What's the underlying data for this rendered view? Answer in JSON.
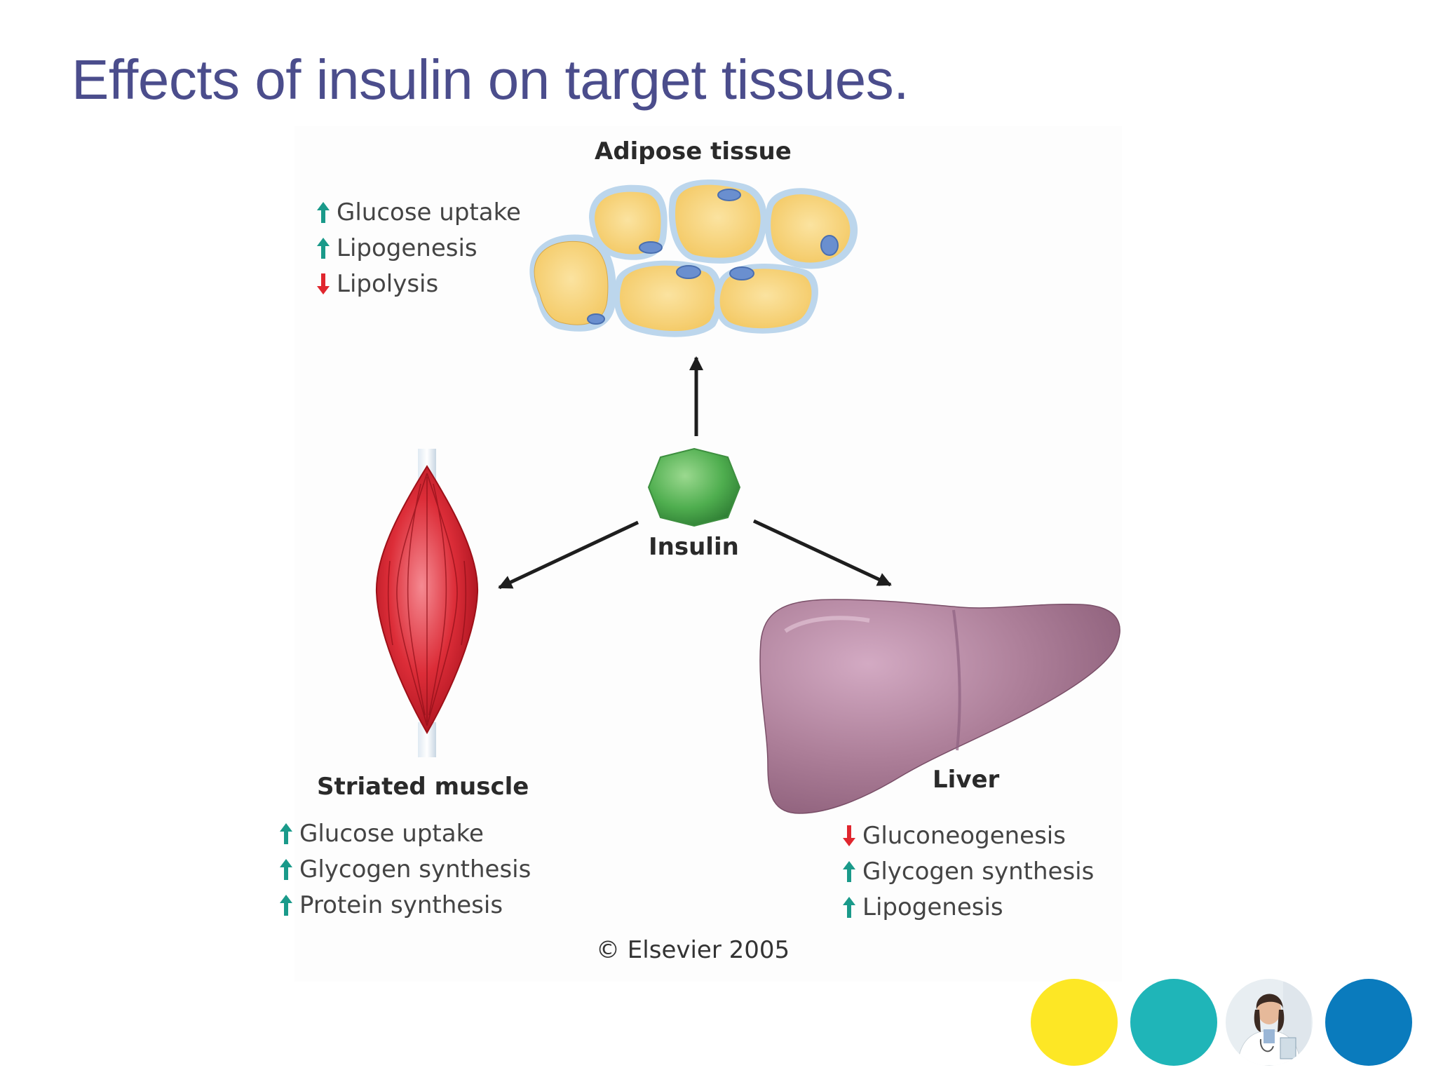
{
  "slide": {
    "title": "Effects of insulin on target tissues."
  },
  "diagram": {
    "hormone": "Insulin",
    "adipose": {
      "label": "Adipose tissue",
      "effects": [
        {
          "text": "Glucose uptake",
          "direction": "up"
        },
        {
          "text": "Lipogenesis",
          "direction": "up"
        },
        {
          "text": "Lipolysis",
          "direction": "down"
        }
      ]
    },
    "muscle": {
      "label": "Striated muscle",
      "effects": [
        {
          "text": "Glucose uptake",
          "direction": "up"
        },
        {
          "text": "Glycogen synthesis",
          "direction": "up"
        },
        {
          "text": "Protein synthesis",
          "direction": "up"
        }
      ]
    },
    "liver": {
      "label": "Liver",
      "effects": [
        {
          "text": "Gluconeogenesis",
          "direction": "down"
        },
        {
          "text": "Glycogen synthesis",
          "direction": "up"
        },
        {
          "text": "Lipogenesis",
          "direction": "up"
        }
      ]
    },
    "copyright": "© Elsevier 2005"
  },
  "colors": {
    "title": "#4b4d8c",
    "increase_arrow": "#1a9a8a",
    "decrease_arrow": "#e0262e",
    "fat_cell": "#f8d47a",
    "muscle": "#d7232f",
    "liver": "#a87b95",
    "insulin": "#4fae4f",
    "circle_yellow": "#fde725",
    "circle_teal": "#1fb5b8",
    "circle_blue": "#0a7bbd"
  },
  "icons": {
    "increase": "up-arrow-icon",
    "decrease": "down-arrow-icon",
    "doctor": "doctor-portrait-icon"
  }
}
